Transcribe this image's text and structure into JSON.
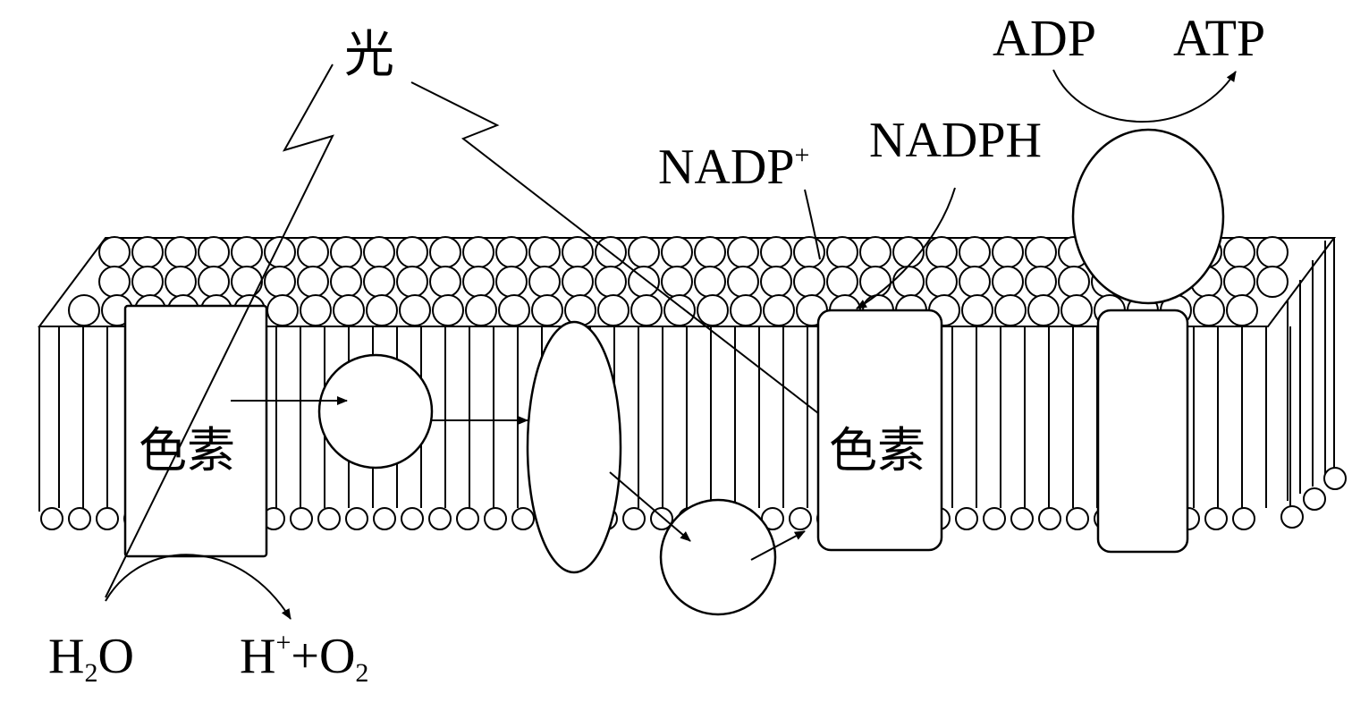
{
  "labels": {
    "light": "光",
    "pigment_left": "色素",
    "pigment_right": "色素",
    "adp": "ADP",
    "atp": "ATP",
    "nadp_base": "NADP",
    "nadp_sup": "+",
    "nadph": "NADPH",
    "water_h": "H",
    "water_sub": "2",
    "water_o": "O",
    "products_h": "H",
    "products_h_sup": "+",
    "products_plus_o": "+O",
    "products_o_sub": "2"
  },
  "colors": {
    "stroke": "#000000",
    "fill": "#ffffff"
  }
}
